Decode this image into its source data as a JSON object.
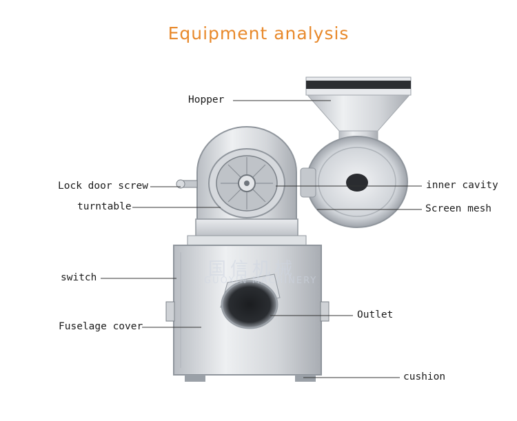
{
  "title": "Equipment analysis",
  "labels": {
    "hopper": "Hopper",
    "lock_door_screw": "Lock door screw",
    "turntable": "turntable",
    "inner_cavity": "inner cavity",
    "screen_mesh": "Screen mesh",
    "switch": "switch",
    "fuselage_cover": "Fuselage cover",
    "outlet": "Outlet",
    "cushion": "cushion"
  },
  "watermark": {
    "cn": "国信机械",
    "en": "GUOXIN MACHINERY"
  },
  "colors": {
    "title": "#e8892b",
    "text": "#1a1a1a",
    "steel": "#c9ccd1"
  }
}
